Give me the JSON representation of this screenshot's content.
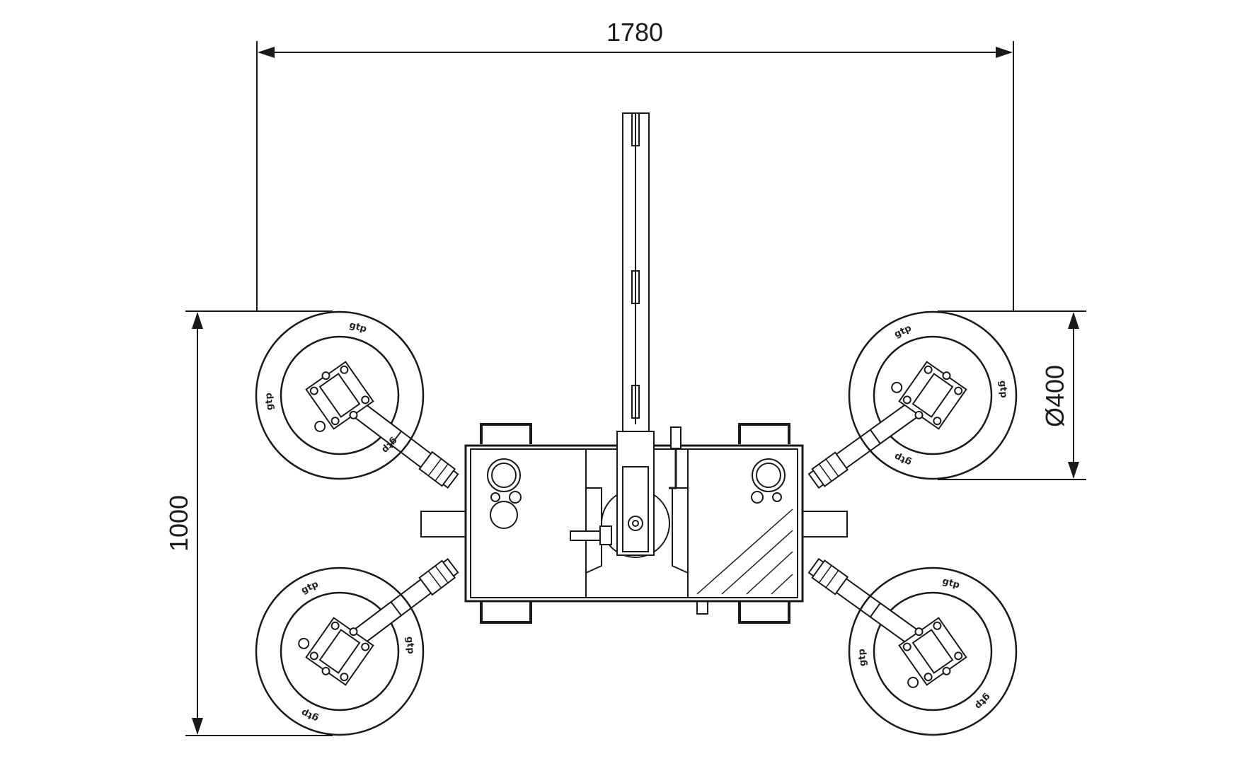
{
  "dimensions": {
    "width_label": "1780",
    "height_label": "1000",
    "pad_diameter_label": "Ø400"
  },
  "pad_label": "gtp",
  "colors": {
    "line": "#1a1a1a",
    "background": "#ffffff"
  }
}
